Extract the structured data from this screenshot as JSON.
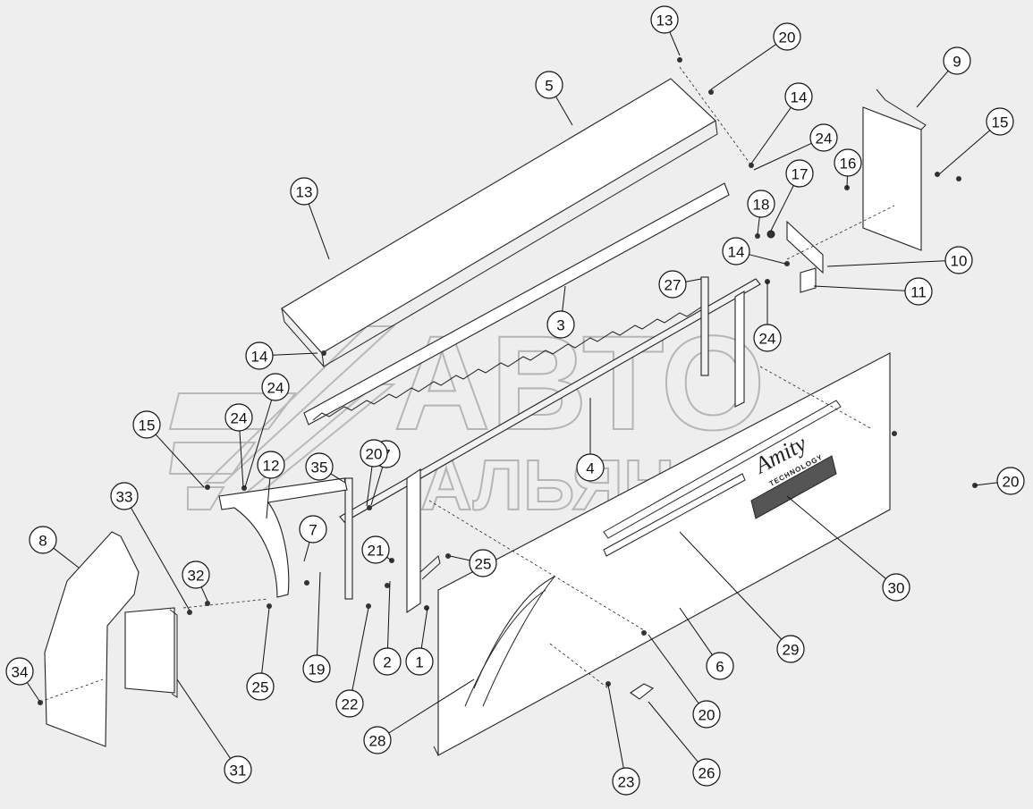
{
  "watermark": {
    "line1": "АВТО",
    "line2": "АЛЬЯНС"
  },
  "brand": {
    "name": "Amity",
    "sub": "TECHNOLOGY"
  },
  "callouts": [
    "1",
    "2",
    "3",
    "4",
    "5",
    "6",
    "7",
    "7",
    "8",
    "9",
    "10",
    "11",
    "12",
    "13",
    "13",
    "14",
    "14",
    "14",
    "15",
    "15",
    "16",
    "17",
    "18",
    "19",
    "20",
    "20",
    "20",
    "20",
    "21",
    "22",
    "23",
    "24",
    "24",
    "24",
    "24",
    "25",
    "25",
    "26",
    "27",
    "28",
    "29",
    "30",
    "31",
    "32",
    "33",
    "34",
    "35"
  ]
}
